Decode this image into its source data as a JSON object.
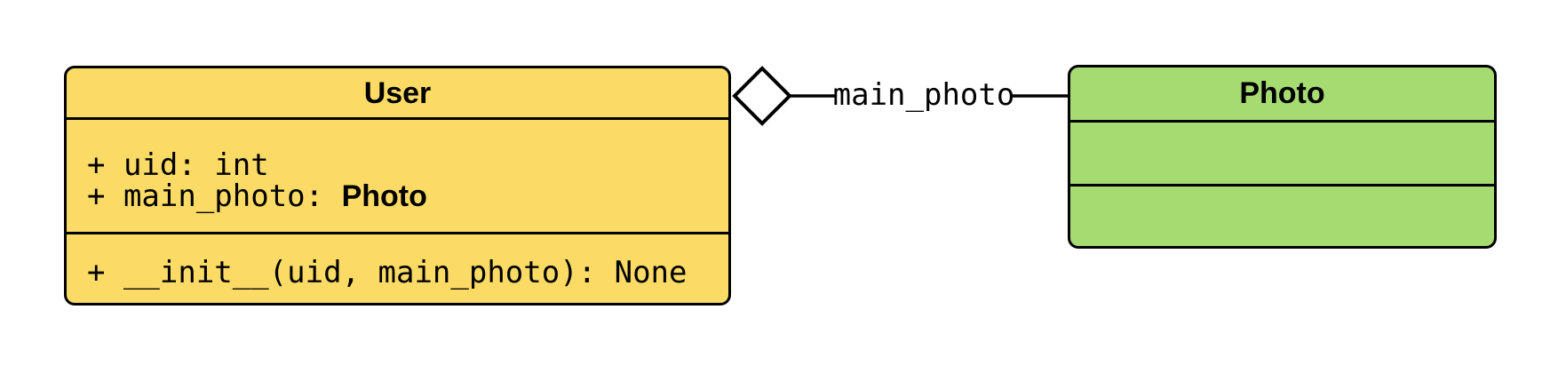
{
  "diagram": {
    "background_color": "#ffffff",
    "border_color": "#000000",
    "classes": [
      {
        "name": "User",
        "fill": "#FBDB65",
        "attributes": [
          {
            "text": "+ uid: int",
            "bold_type": ""
          },
          {
            "text": "+ main_photo: ",
            "bold_type": "Photo"
          }
        ],
        "methods": [
          {
            "text": "+ __init__(uid, main_photo): None",
            "bold_type": ""
          }
        ]
      },
      {
        "name": "Photo",
        "fill": "#A6DB72",
        "attributes": [],
        "methods": []
      }
    ],
    "relationship": {
      "type": "aggregation",
      "from": "User",
      "to": "Photo",
      "label": "main_photo",
      "diamond_fill": "#ffffff",
      "line_color": "#000000"
    }
  }
}
